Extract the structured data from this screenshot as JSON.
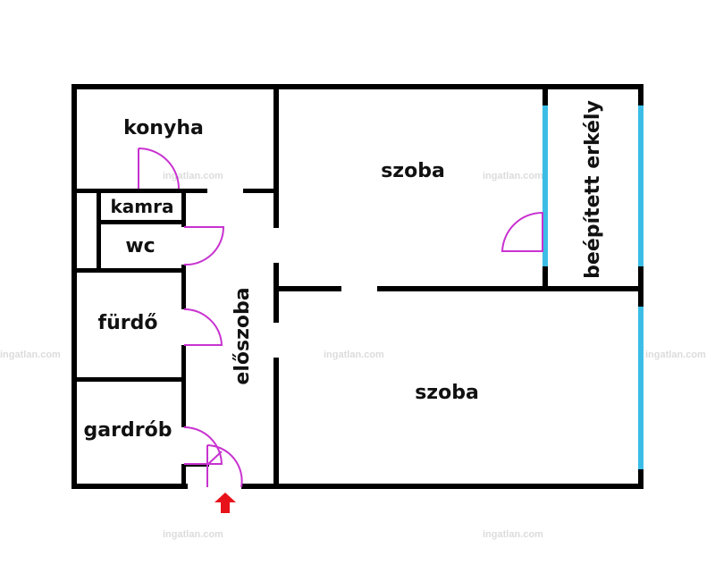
{
  "colors": {
    "wall": "#000000",
    "window": "#3bbde6",
    "door": "#c832d0",
    "entrance_arrow": "#e8121a",
    "watermark": "#dcdcdc"
  },
  "rooms": {
    "konyha": "konyha",
    "kamra": "kamra",
    "wc": "wc",
    "furdo": "fürdő",
    "gardrob": "gardrób",
    "eloszoba": "előszoba",
    "szoba_top": "szoba",
    "szoba_bottom": "szoba",
    "erkely": "beépített erkély"
  },
  "watermark": "ingatlan.com",
  "icons": {
    "entrance": "entrance-arrow-icon"
  }
}
